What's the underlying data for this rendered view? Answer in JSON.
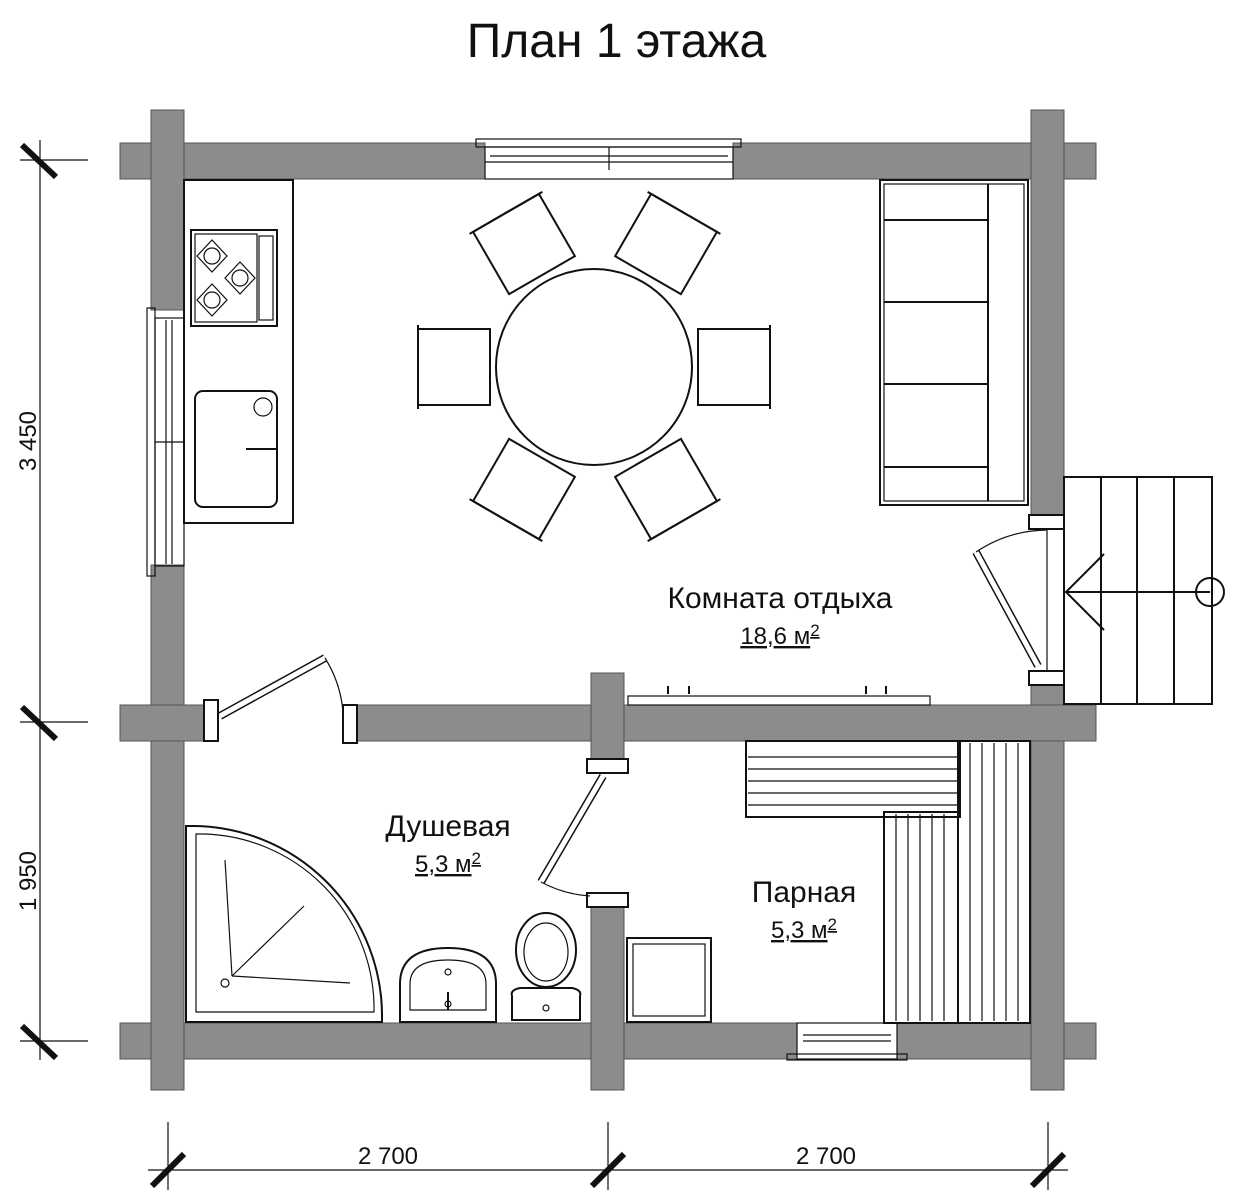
{
  "title": "План 1 этажа",
  "rooms": [
    {
      "name": "Комната отдыха",
      "area": "18,6 м",
      "sup": "2"
    },
    {
      "name": "Душевая",
      "area": "5,3 м",
      "sup": "2"
    },
    {
      "name": "Парная",
      "area": "5,3 м",
      "sup": "2"
    }
  ],
  "dimensions": {
    "horizontal": [
      "2 700",
      "2 700"
    ],
    "vertical": [
      "3 450",
      "1 950"
    ]
  },
  "colors": {
    "wall": "#8c8c8c",
    "line": "#111111"
  }
}
